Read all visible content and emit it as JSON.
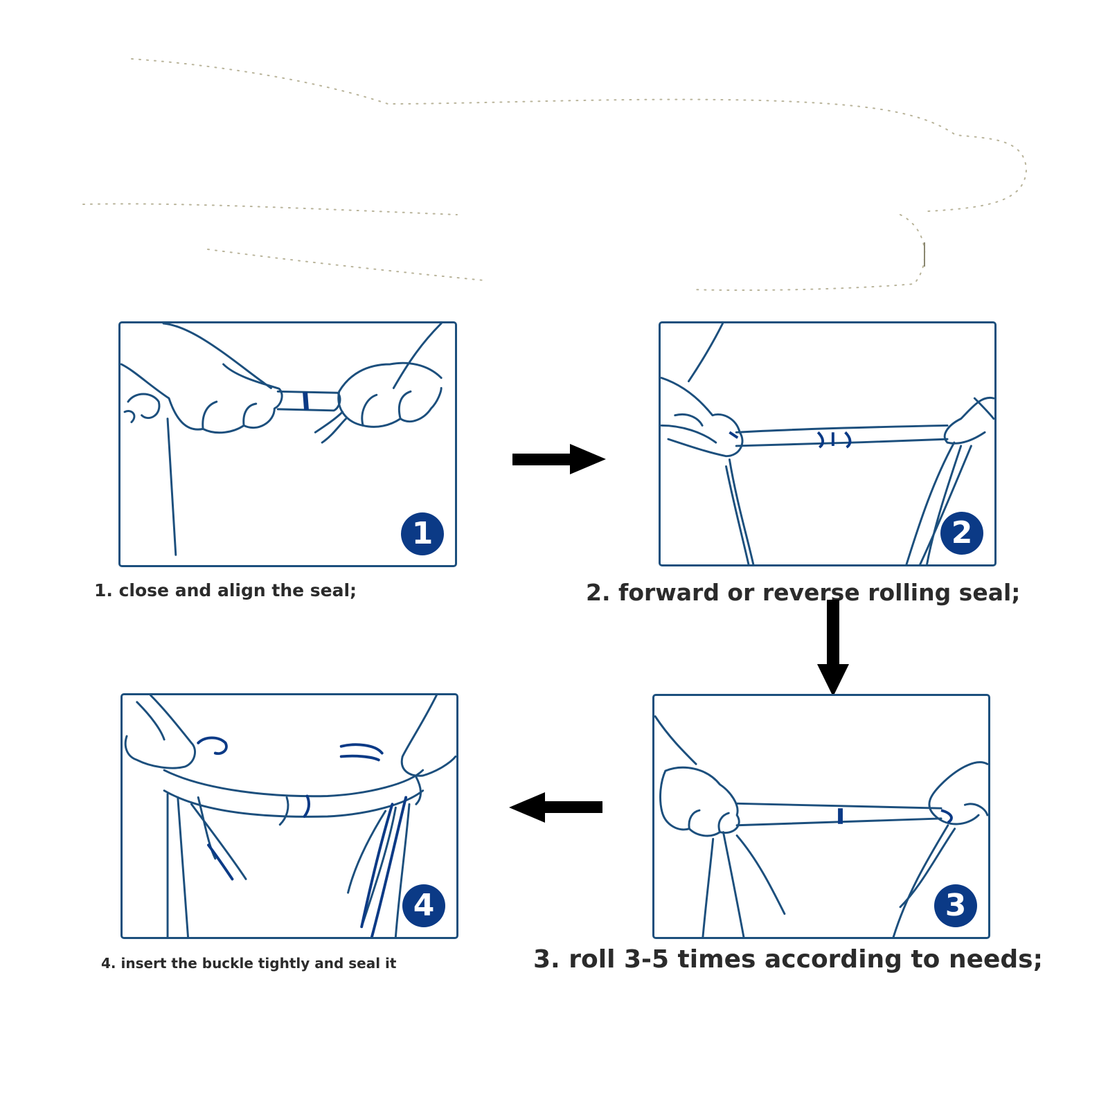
{
  "colors": {
    "line": "#1c4f7d",
    "badge": "#0b3a86",
    "seal_mark": "#0b3a86",
    "arrow": "#000000",
    "caption": "#2b2b2b"
  },
  "steps": [
    {
      "number": "1",
      "caption": "1. close and align the seal;"
    },
    {
      "number": "2",
      "caption": "2. forward or reverse rolling seal;"
    },
    {
      "number": "3",
      "caption": "3. roll 3-5 times according to needs;"
    },
    {
      "number": "4",
      "caption": "4. insert the buckle tightly and seal it"
    }
  ],
  "arrows": [
    {
      "from": "1",
      "to": "2",
      "direction": "right"
    },
    {
      "from": "2",
      "to": "3",
      "direction": "down"
    },
    {
      "from": "3",
      "to": "4",
      "direction": "left"
    }
  ]
}
